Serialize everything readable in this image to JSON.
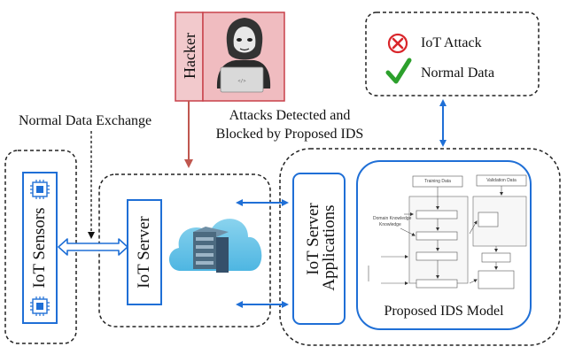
{
  "labels": {
    "hacker": "Hacker",
    "normal_exchange": "Normal Data Exchange",
    "attacks_line1": "Attacks Detected and",
    "attacks_line2": "Blocked by Proposed IDS",
    "iot_sensors": "IoT Sensors",
    "iot_server": "IoT Server",
    "iot_server_apps_line1": "IoT Server",
    "iot_server_apps_line2": "Applications",
    "proposed_ids": "Proposed IDS Model"
  },
  "legend": [
    {
      "label": "IoT Attack",
      "icon": "red-x-icon",
      "color": "#d9262b"
    },
    {
      "label": "Normal Data",
      "icon": "green-check-icon",
      "color": "#2ca02c"
    }
  ],
  "ids_flowchart": {
    "training_data": "Training Data",
    "validation_data": "Validation Data",
    "domain_knowledge_line1": "Domain Knowledge",
    "domain_knowledge_line2": "Knowledge"
  },
  "colors": {
    "accent_blue": "#1f6fd6",
    "hacker_red": "#c8414a",
    "hacker_bg": "#f2c9cc",
    "arrow_red": "#c0574f"
  }
}
